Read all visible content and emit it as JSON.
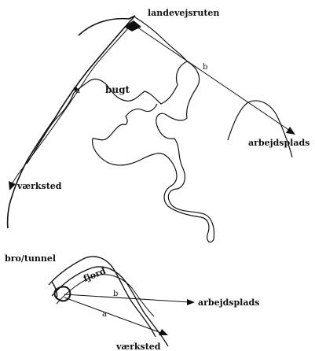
{
  "top_map": {
    "labels": {
      "landevejsruten": "landevejsruten",
      "bugt": "bugt",
      "vaerksted": "værksted",
      "arbejdsplads": "arbejdsplads"
    },
    "route_labels": {
      "a": "a",
      "b": "b"
    }
  },
  "bottom_map": {
    "labels": {
      "bro_tunnel": "bro/tunnel",
      "fjord": "fjord",
      "arbejdsplads": "arbejdsplads",
      "vaerksted": "værksted"
    },
    "route_labels": {
      "a": "a",
      "b": "b"
    }
  },
  "colors": {
    "ink": "#111111",
    "background": "#ffffff"
  }
}
